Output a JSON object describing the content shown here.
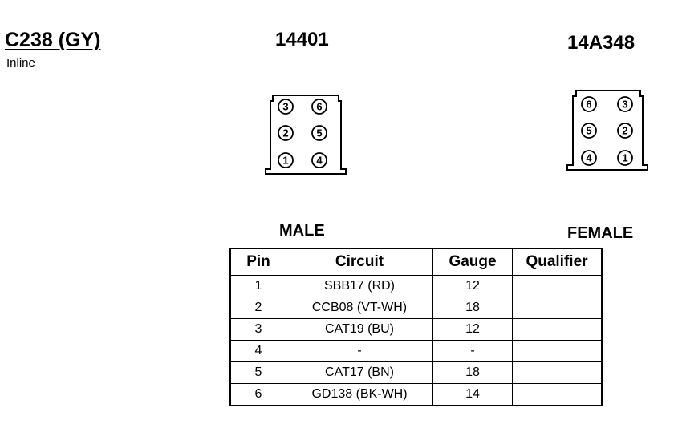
{
  "connector": {
    "id": "C238 (GY)",
    "type": "Inline"
  },
  "parts": {
    "male_part": "14401",
    "female_part": "14A348",
    "male_label": "MALE",
    "female_label": "FEMALE"
  },
  "male_face": [
    [
      "3",
      "6"
    ],
    [
      "2",
      "5"
    ],
    [
      "1",
      "4"
    ]
  ],
  "female_face": [
    [
      "6",
      "3"
    ],
    [
      "5",
      "2"
    ],
    [
      "4",
      "1"
    ]
  ],
  "table": {
    "headers": {
      "pin": "Pin",
      "circuit": "Circuit",
      "gauge": "Gauge",
      "qualifier": "Qualifier"
    },
    "rows": [
      {
        "pin": "1",
        "circuit": "SBB17 (RD)",
        "gauge": "12",
        "qualifier": ""
      },
      {
        "pin": "2",
        "circuit": "CCB08 (VT-WH)",
        "gauge": "18",
        "qualifier": ""
      },
      {
        "pin": "3",
        "circuit": "CAT19 (BU)",
        "gauge": "12",
        "qualifier": ""
      },
      {
        "pin": "4",
        "circuit": "-",
        "gauge": "-",
        "qualifier": ""
      },
      {
        "pin": "5",
        "circuit": "CAT17 (BN)",
        "gauge": "18",
        "qualifier": ""
      },
      {
        "pin": "6",
        "circuit": "GD138 (BK-WH)",
        "gauge": "14",
        "qualifier": ""
      }
    ]
  }
}
